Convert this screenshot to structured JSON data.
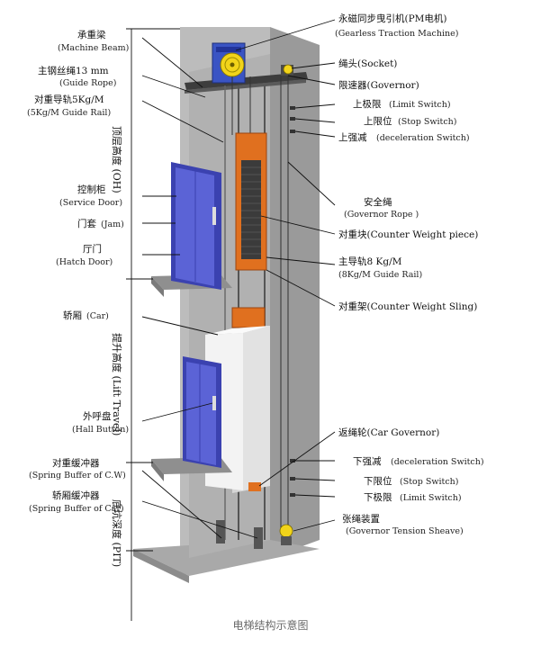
{
  "caption": "电梯结构示意图",
  "labels": {
    "machine_beam_cn": "承重梁",
    "machine_beam_en": "(Machine Beam)",
    "main_rope_cn": "主钢丝绳13 mm",
    "main_rope_en": "(Guide Rope)",
    "cw_rail_cn": "对重导轨5Kg/M",
    "cw_rail_en": "(5Kg/M Guide Rail)",
    "oh_vertical": "顶层高度 (OH)",
    "control_cabinet_cn": "控制柜",
    "control_cabinet_en": "(Service Door)",
    "jam_cn": "门套",
    "jam_en": "(Jam)",
    "hatch_door_cn": "厅门",
    "hatch_door_en": "(Hatch Door)",
    "car_cn": "轿厢",
    "car_en": "(Car)",
    "lift_travel_vertical": "提升高度 (Lift Travel)",
    "hall_button_cn": "外呼盘",
    "hall_button_en": "(Hall Button)",
    "cw_buffer_cn": "对重缓冲器",
    "cw_buffer_en": "(Spring Buffer of C.W)",
    "car_buffer_cn": "轿厢缓冲器",
    "car_buffer_en": "(Spring Buffer of Car)",
    "pit_vertical": "底坑深度 (PIT)",
    "traction_cn": "永磁同步曳引机(PM电机)",
    "traction_en": "(Gearless Traction Machine)",
    "socket": "绳头(Socket)",
    "governor": "限速器(Governor)",
    "upper_limit_cn": "上极限",
    "upper_limit_en": "(Limit Switch)",
    "upper_stop_cn": "上限位",
    "upper_stop_en": "(Stop Switch)",
    "upper_decel_cn": "上强减",
    "upper_decel_en": "(deceleration Switch)",
    "governor_rope_cn": "安全绳",
    "governor_rope_en": "(Governor Rope )",
    "cw_piece": "对重块(Counter Weight piece)",
    "main_rail_cn": "主导轨8 Kg/M",
    "main_rail_en": "(8Kg/M Guide Rail)",
    "cw_sling": "对重架(Counter Weight Sling)",
    "car_governor": "返绳轮(Car Governor)",
    "lower_decel_cn": "下强减",
    "lower_decel_en": "(deceleration Switch)",
    "lower_stop_cn": "下限位",
    "lower_stop_en": "(Stop Switch)",
    "lower_limit_cn": "下极限",
    "lower_limit_en": "(Limit Switch)",
    "tension_cn": "张绳装置",
    "tension_en": "(Governor Tension Sheave)"
  },
  "colors": {
    "shaft_front": "#bdbdbd",
    "shaft_side": "#9e9e9e",
    "door_blue": "#5b63d6",
    "door_blue_dark": "#3b42b0",
    "counterweight_orange": "#e0701f",
    "machine_blue": "#3a54c4",
    "sheave_yellow": "#f2d41a",
    "car_white": "#f1f1f1"
  }
}
